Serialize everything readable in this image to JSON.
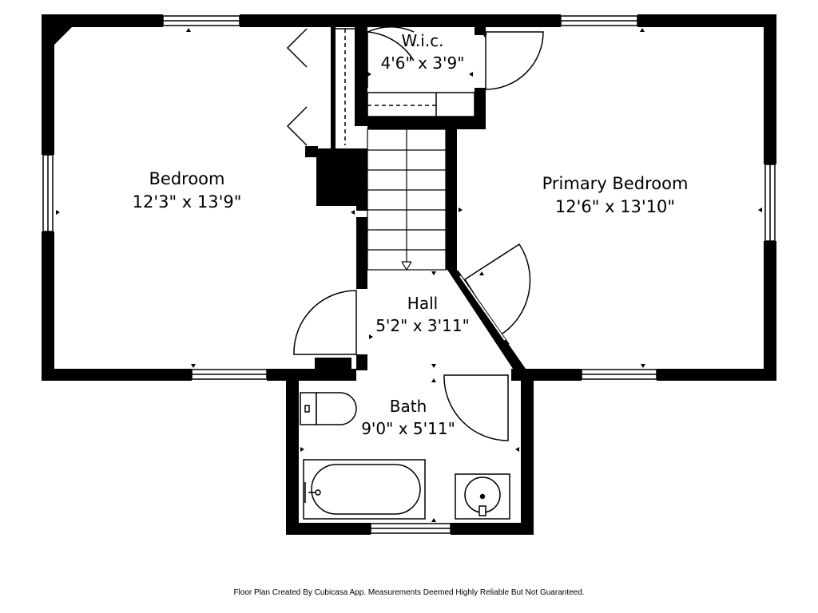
{
  "plan": {
    "rooms": [
      {
        "id": "bedroom",
        "name": "Bedroom",
        "size": "12'3\" x 13'9\""
      },
      {
        "id": "primary",
        "name": "Primary Bedroom",
        "size": "12'6\" x 13'10\""
      },
      {
        "id": "wic",
        "name": "W.i.c.",
        "size": "4'6\" x 3'9\""
      },
      {
        "id": "hall",
        "name": "Hall",
        "size": "5'2\" x 3'11\""
      },
      {
        "id": "bath",
        "name": "Bath",
        "size": "9'0\" x 5'11\""
      }
    ],
    "footer": "Floor Plan Created By Cubicasa App. Measurements Deemed Highly Reliable But Not Guaranteed."
  }
}
